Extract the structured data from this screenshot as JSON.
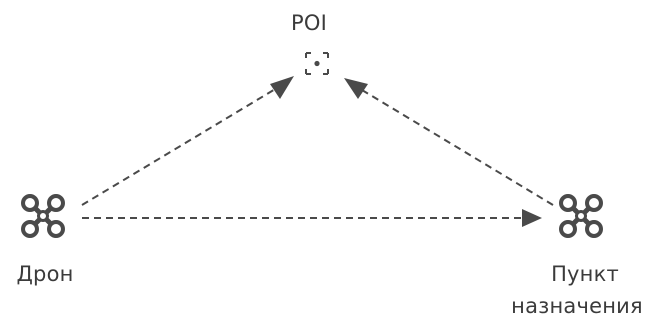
{
  "poi": {
    "label": "POI",
    "icon": "poi-target-icon"
  },
  "drone": {
    "label": "Дрон",
    "icon": "drone-icon"
  },
  "destination": {
    "label_line1": "Пункт",
    "label_line2": "назначения",
    "icon": "drone-icon"
  },
  "colors": {
    "stroke": "#4a4a4a",
    "text": "#3b3b3b",
    "background": "#ffffff"
  }
}
